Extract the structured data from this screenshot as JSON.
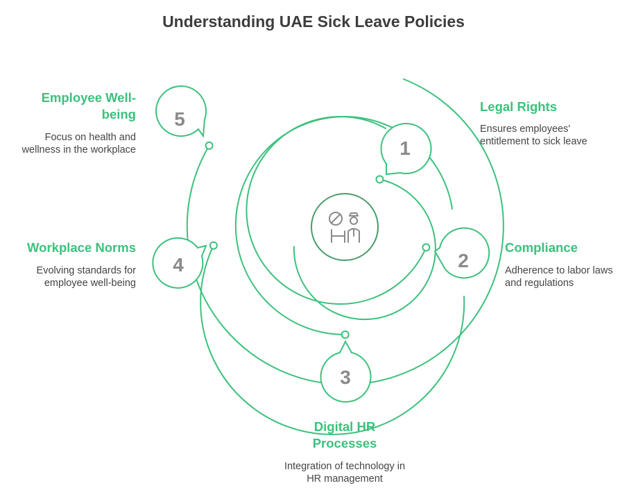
{
  "title": "Understanding UAE Sick Leave Policies",
  "center_icon": "hr-policy-icon",
  "colors": {
    "accent": "#3cc17c",
    "center": "#4a9a6c",
    "number": "#8a8a8a",
    "text": "#444444"
  },
  "items": [
    {
      "number": "1",
      "title": "Legal Rights",
      "desc_lines": [
        "Ensures employees'",
        "entitlement to sick leave"
      ]
    },
    {
      "number": "2",
      "title": "Compliance",
      "desc_lines": [
        "Adherence to labor laws",
        "and regulations"
      ]
    },
    {
      "number": "3",
      "title_lines": [
        "Digital HR",
        "Processes"
      ],
      "desc_lines": [
        "Integration of technology in",
        "HR management"
      ]
    },
    {
      "number": "4",
      "title": "Workplace Norms",
      "desc_lines": [
        "Evolving standards for",
        "employee well-being"
      ]
    },
    {
      "number": "5",
      "title_lines": [
        "Employee Well-",
        "being"
      ],
      "desc_lines": [
        "Focus on health and",
        "wellness in the workplace"
      ]
    }
  ]
}
